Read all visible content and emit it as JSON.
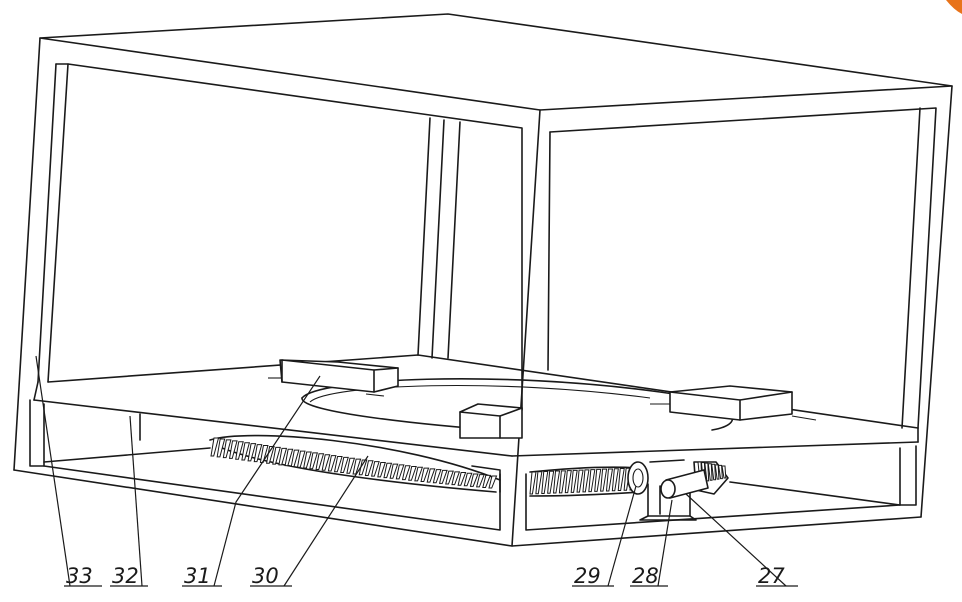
{
  "labels": [
    {
      "id": "33",
      "text": "33"
    },
    {
      "id": "32",
      "text": "32"
    },
    {
      "id": "31",
      "text": "31"
    },
    {
      "id": "30",
      "text": "30"
    },
    {
      "id": "29",
      "text": "29"
    },
    {
      "id": "28",
      "text": "28"
    },
    {
      "id": "27",
      "text": "27"
    }
  ],
  "colors": {
    "line": "#1a1a1a",
    "background": "#ffffff",
    "corner_accent": "#e8731a"
  }
}
